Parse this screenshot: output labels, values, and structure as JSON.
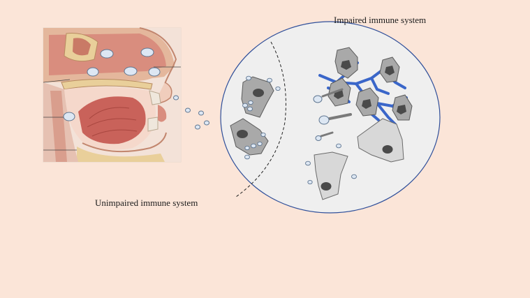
{
  "labels": {
    "impaired": "Impaired immune system",
    "unimpaired": "Unimpaired immune system"
  },
  "colors": {
    "background": "#fbe5d8",
    "circle_fill": "#efefef",
    "circle_stroke": "#2f4f9a",
    "cell_dark": "#a9a9a9",
    "cell_light": "#d8d8d8",
    "nucleus": "#4a4a4a",
    "hypha_blue": "#3a66c9",
    "spore_fill": "#dde7f3",
    "spore_stroke": "#5e7590",
    "tissue_red": "#c9625a",
    "tissue_pink": "#e8b4a6",
    "bone_tan": "#e9cf9a"
  },
  "icons": {
    "anatomy": "head-sagittal-section-illustration",
    "spore": "fungal-spore-oval",
    "macrophage": "immune-cell",
    "hypha": "branching-fungal-hyphae"
  }
}
